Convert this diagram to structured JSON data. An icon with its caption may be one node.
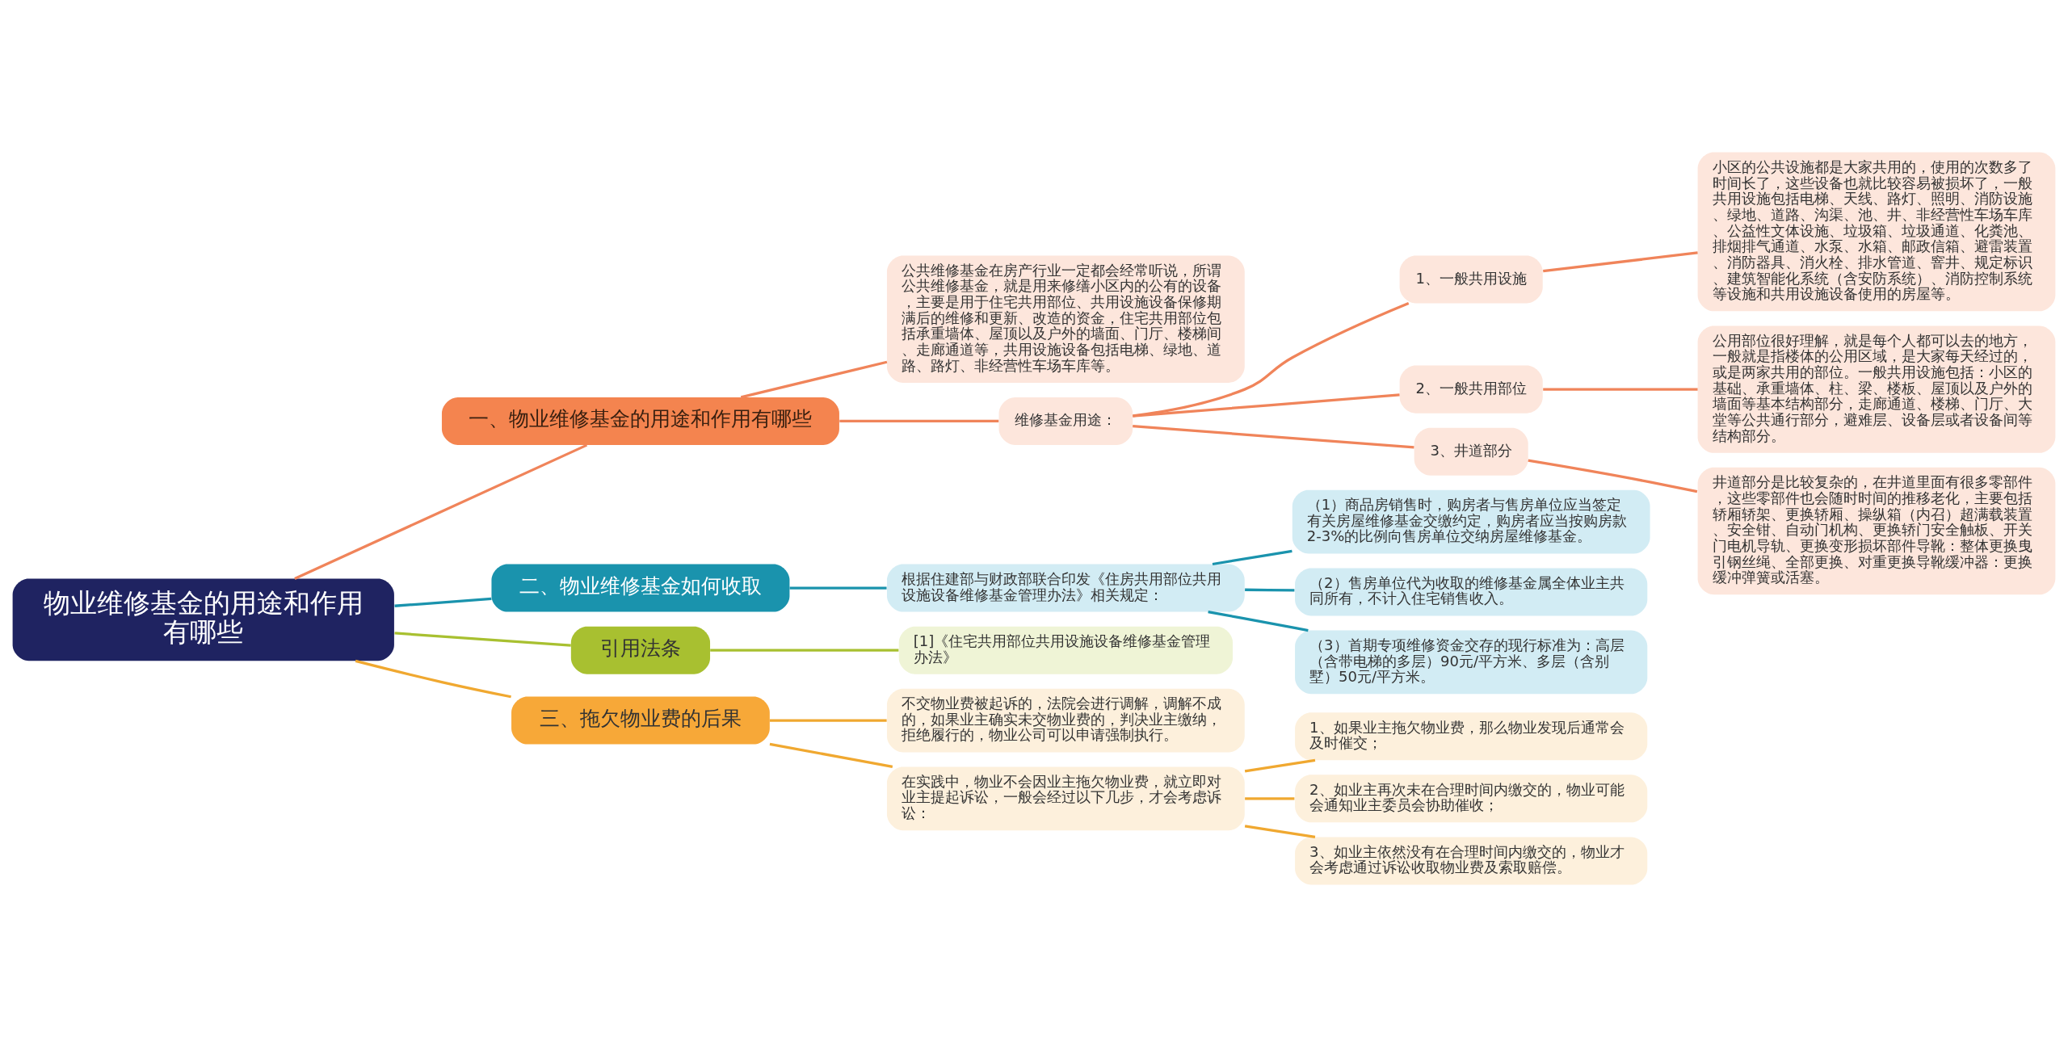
{
  "diagram": {
    "nodes": [
      {
        "text": [
          "物业维修基金的用途和作用有哪些"
        ]
      },
      {
        "text": [
          "一、物业维修基金的用途和作用有哪些"
        ]
      },
      {
        "text": [
          "公共维修基金在房产行业一定都会经常听说，所谓公共维修基金，就是用来修缮小区内的公有的设备，主要是用于住宅共用部位、共用设施设备保修期满后的维修和更新、改造的资金，住宅共用部位包括承重墙体、屋顶以及户外的墙面、门厅、楼梯间、走廊通道等，共用设施设备包括电梯、绿地、道路、路灯、非经营性车场车库等。"
        ]
      },
      {
        "text": [
          "维修基金用途："
        ]
      },
      {
        "text": [
          "1、一般共用设施"
        ]
      },
      {
        "text": [
          "小区的公共设施都是大家共用的，使用的次数多了时间长了，这些设备也就比较容易被损坏了，一般共用设施包括电梯、天线、路灯、照明、消防设施、绿地、道路、沟渠、池、井、非经营性车场车库、公益性文体设施、垃圾箱、垃圾通道、化粪池、排烟排气通道、水泵、水箱、邮政信箱、避雷装置、消防器具、消火栓、排水管道、窨井、规定标识、建筑智能化系统（含安防系统）、消防控制系统等设施和共用设施设备使用的房屋等。"
        ]
      },
      {
        "text": [
          "2、一般共用部位"
        ]
      },
      {
        "text": [
          "公用部位很好理解，就是每个人都可以去的地方，一般就是指楼体的公用区域，是大家每天经过的，或是两家共用的部位。一般共用设施包括：小区的基础、承重墙体、柱、梁、楼板、屋顶以及户外的墙面等基本结构部分，走廊通道、楼梯、门厅、大堂等公共通行部分，避难层、设备层或者设备间等结构部分。"
        ]
      },
      {
        "text": [
          "3、井道部分"
        ]
      },
      {
        "text": [
          "井道部分是比较复杂的，在井道里面有很多零部件，这些零部件也会随时时间的推移老化，主要包括轿厢轿架、更换轿厢、操纵箱（内召）超满载装置、安全钳、自动门机构、更换轿门安全触板、开关门电机导轨、更换变形损坏部件导靴：整体更换曳引钢丝绳、全部更换、对重更换导靴缓冲器：更换缓冲弹簧或活塞。"
        ]
      },
      {
        "text": [
          "二、物业维修基金如何收取"
        ]
      },
      {
        "text": [
          "根据住建部与财政部联合印发《住房共用部位共用设施设备维修基金管理办法》相关规定："
        ]
      },
      {
        "text": [
          "（1）商品房销售时，购房者与售房单位应当签定有关房屋维修基金交缴约定，购房者应当按购房款2-3%的比例向售房单位交纳房屋维修基金。"
        ]
      },
      {
        "text": [
          "（2）售房单位代为收取的维修基金属全体业主共同所有，不计入住宅销售收入。"
        ]
      },
      {
        "text": [
          "（3）首期专项维修资金交存的现行标准为：高层（含带电梯的多层）90元/平方米、多层（含别墅）50元/平方米。"
        ]
      },
      {
        "text": [
          "引用法条"
        ]
      },
      {
        "text": [
          "[1]《住宅共用部位共用设施设备维修基金管理办法》"
        ]
      },
      {
        "text": [
          "三、拖欠物业费的后果"
        ]
      },
      {
        "text": [
          "不交物业费被起诉的，法院会进行调解，调解不成的，如果业主确实未交物业费的，判决业主缴纳，拒绝履行的，物业公司可以申请强制执行。"
        ]
      },
      {
        "text": [
          "在实践中，物业不会因业主拖欠物业费，就立即对业主提起诉讼，一般会经过以下几步，才会考虑诉讼："
        ]
      },
      {
        "text": [
          "1、如果业主拖欠物业费，那么物业发现后通常会及时催交；"
        ]
      },
      {
        "text": [
          "2、如业主再次未在合理时间内缴交的，物业可能会通知业主委员会协助催收；"
        ]
      },
      {
        "text": [
          "3、如业主依然没有在合理时间内缴交的，物业才会考虑通过诉讼收取物业费及索取赔偿。"
        ]
      }
    ],
    "edges": [
      {
        "from": 0,
        "to": 1,
        "arrow": "none",
        "color": "#f0845a"
      },
      {
        "from": 1,
        "to": 2,
        "arrow": "none",
        "color": "#f0845a"
      },
      {
        "from": 1,
        "to": 3,
        "arrow": "none",
        "color": "#f0845a"
      },
      {
        "from": 3,
        "to": 4,
        "arrow": "none",
        "color": "#f0845a"
      },
      {
        "from": 4,
        "to": 5,
        "arrow": "none",
        "color": "#f0845a"
      },
      {
        "from": 3,
        "to": 6,
        "arrow": "none",
        "color": "#f0845a"
      },
      {
        "from": 6,
        "to": 7,
        "arrow": "none",
        "color": "#f0845a"
      },
      {
        "from": 3,
        "to": 8,
        "arrow": "none",
        "color": "#f0845a"
      },
      {
        "from": 8,
        "to": 9,
        "arrow": "none",
        "color": "#f0845a"
      },
      {
        "from": 0,
        "to": 10,
        "arrow": "none",
        "color": "#1a93ad"
      },
      {
        "from": 10,
        "to": 11,
        "arrow": "none",
        "color": "#1a93ad"
      },
      {
        "from": 11,
        "to": 12,
        "arrow": "none",
        "color": "#1a93ad"
      },
      {
        "from": 11,
        "to": 13,
        "arrow": "none",
        "color": "#1a93ad"
      },
      {
        "from": 11,
        "to": 14,
        "arrow": "none",
        "color": "#1a93ad"
      },
      {
        "from": 0,
        "to": 15,
        "arrow": "none",
        "color": "#a8c030"
      },
      {
        "from": 15,
        "to": 16,
        "arrow": "none",
        "color": "#a8c030"
      },
      {
        "from": 0,
        "to": 17,
        "arrow": "none",
        "color": "#f0a830"
      },
      {
        "from": 17,
        "to": 18,
        "arrow": "none",
        "color": "#f0a830"
      },
      {
        "from": 17,
        "to": 19,
        "arrow": "none",
        "color": "#f0a830"
      },
      {
        "from": 19,
        "to": 20,
        "arrow": "none",
        "color": "#f0a830"
      },
      {
        "from": 19,
        "to": 21,
        "arrow": "none",
        "color": "#f0a830"
      },
      {
        "from": 19,
        "to": 22,
        "arrow": "none",
        "color": "#f0a830"
      }
    ]
  }
}
